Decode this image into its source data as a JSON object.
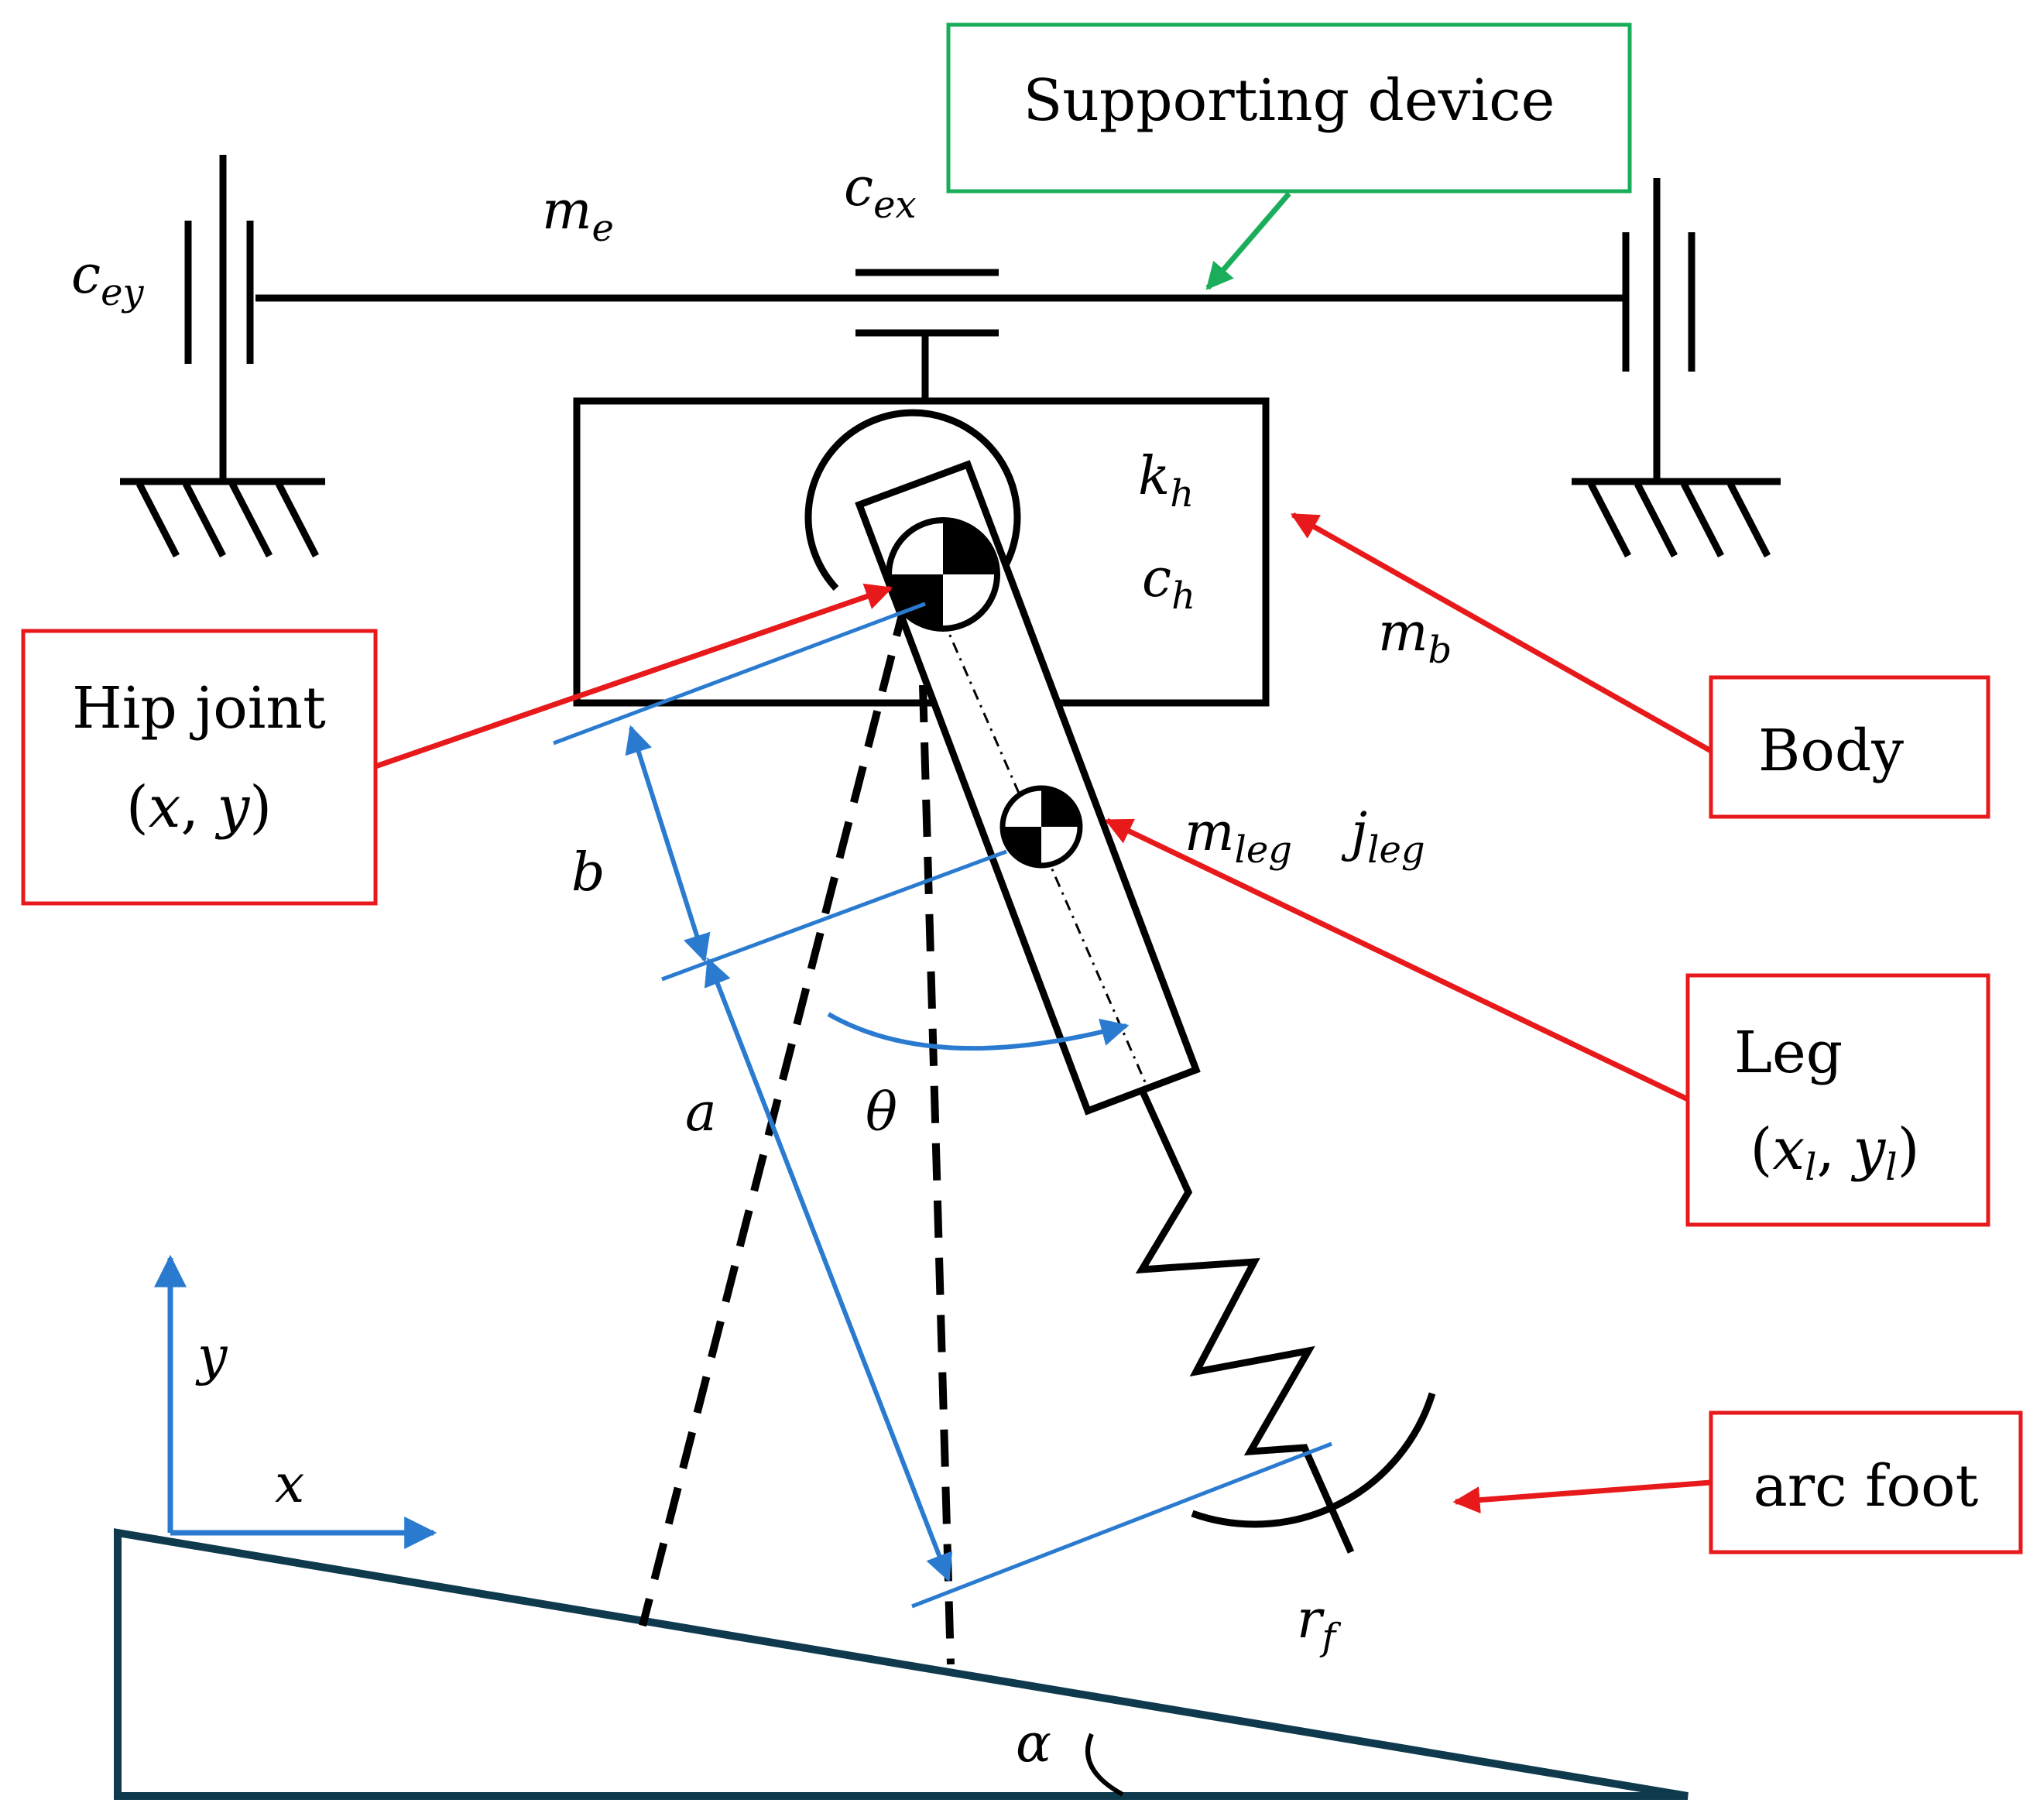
{
  "colors": {
    "structure": "#000000",
    "coordinates": "#2a7bd0",
    "annotation": "#e8191b",
    "supporting_callout": "#1aad5a",
    "slope": "#0f3a4e"
  },
  "callouts": {
    "supporting_device": "Supporting device",
    "hip_joint": "Hip joint",
    "hip_joint_coords": {
      "open": "(",
      "x": "x",
      "comma": ", ",
      "y": "y",
      "close": ")"
    },
    "body": "Body",
    "leg": "Leg",
    "leg_coords": {
      "open": "(",
      "x": "x",
      "x_sub": "l",
      "comma": ", ",
      "y": "y",
      "y_sub": "l",
      "close": ")"
    },
    "arc_foot": "arc foot"
  },
  "symbols": {
    "c_ey": {
      "base": "c",
      "sub": "ey"
    },
    "m_e": {
      "base": "m",
      "sub": "e"
    },
    "c_ex": {
      "base": "c",
      "sub": "ex"
    },
    "k_h": {
      "base": "k",
      "sub": "h"
    },
    "c_h": {
      "base": "c",
      "sub": "h"
    },
    "m_b": {
      "base": "m",
      "sub": "b"
    },
    "m_leg": {
      "base": "m",
      "sub": "leg"
    },
    "j_leg": {
      "base": "j",
      "sub": "leg"
    },
    "b": "b",
    "a": "a",
    "theta": "θ",
    "r_f": {
      "base": "r",
      "sub": "f"
    },
    "alpha": "α",
    "axis_x": "x",
    "axis_y": "y"
  }
}
